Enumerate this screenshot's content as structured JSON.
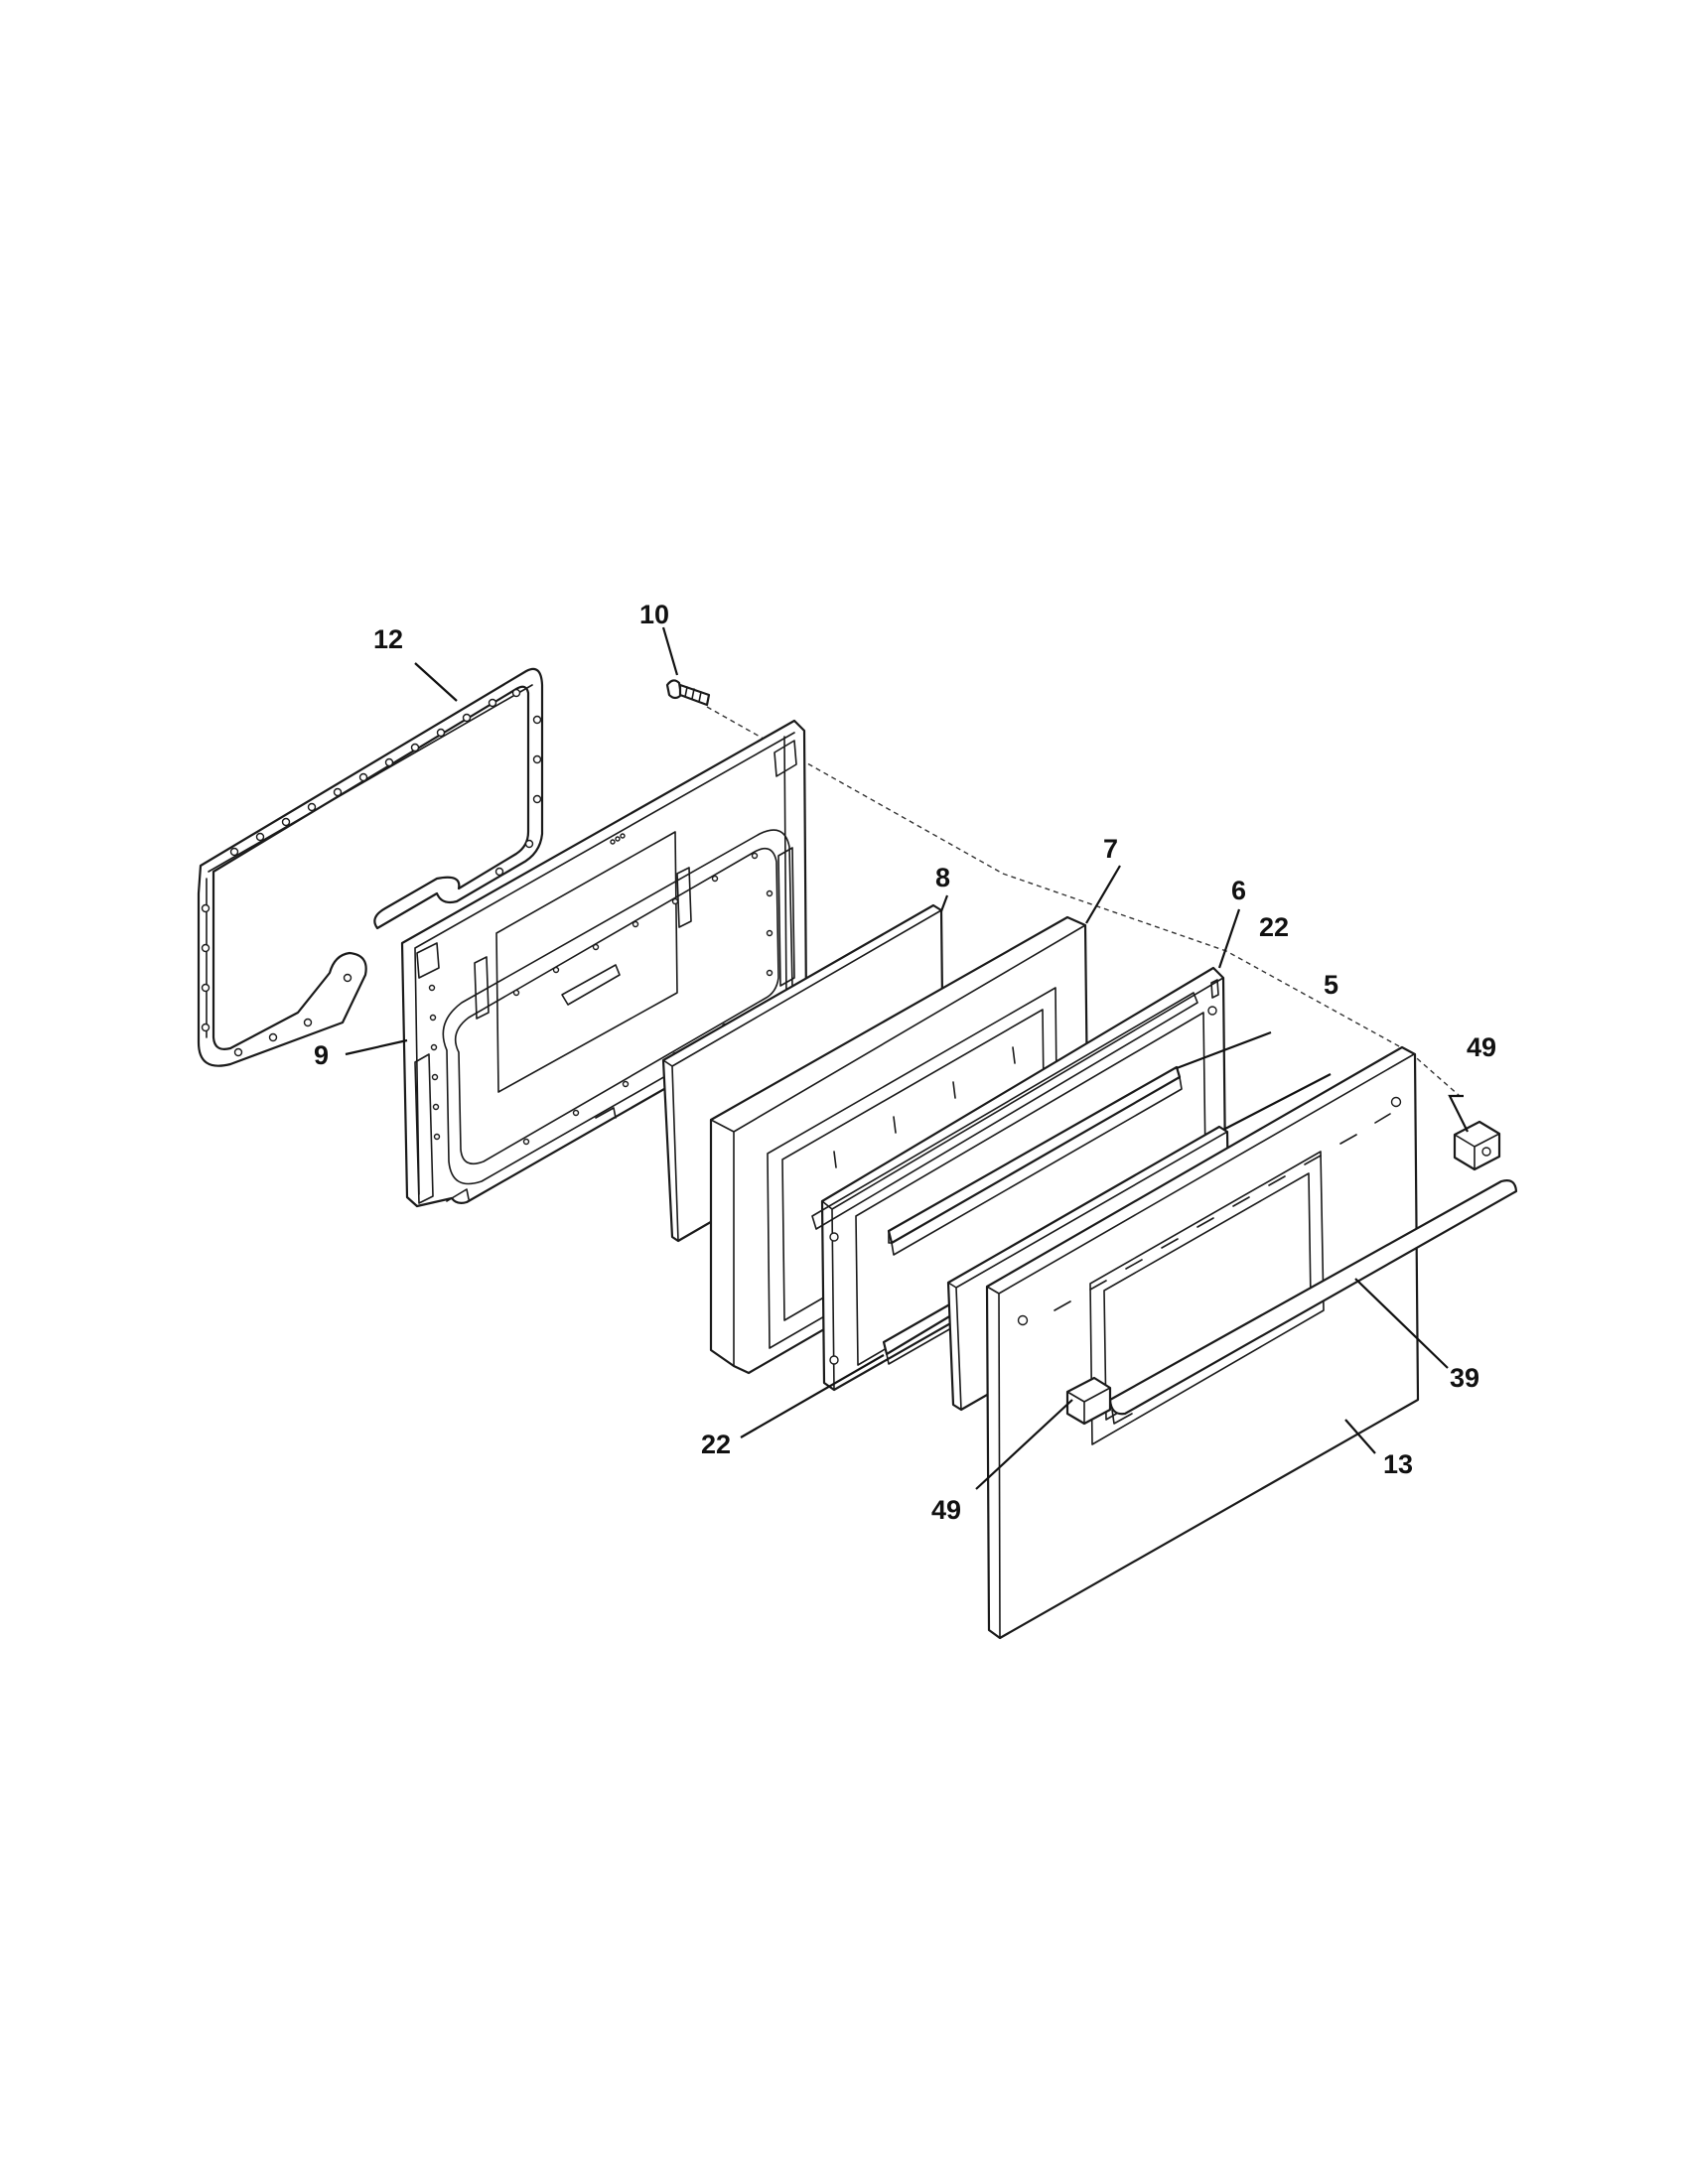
{
  "diagram": {
    "parts": [
      {
        "id": "door-panel",
        "callout": "13"
      },
      {
        "id": "handle",
        "callout": "39"
      },
      {
        "id": "handle-end-cap-right",
        "callout": "49"
      },
      {
        "id": "handle-end-cap-left",
        "callout": "49"
      },
      {
        "id": "inner-glass",
        "callout": "5"
      },
      {
        "id": "glass-bracket-upper",
        "callout": "22"
      },
      {
        "id": "glass-bracket-lower",
        "callout": "22"
      },
      {
        "id": "glass-retainer",
        "callout": "6"
      },
      {
        "id": "door-liner",
        "callout": "7"
      },
      {
        "id": "insulation",
        "callout": "8"
      },
      {
        "id": "inner-door-frame",
        "callout": "9"
      },
      {
        "id": "door-screw",
        "callout": "10"
      },
      {
        "id": "door-gasket",
        "callout": "12"
      }
    ]
  }
}
